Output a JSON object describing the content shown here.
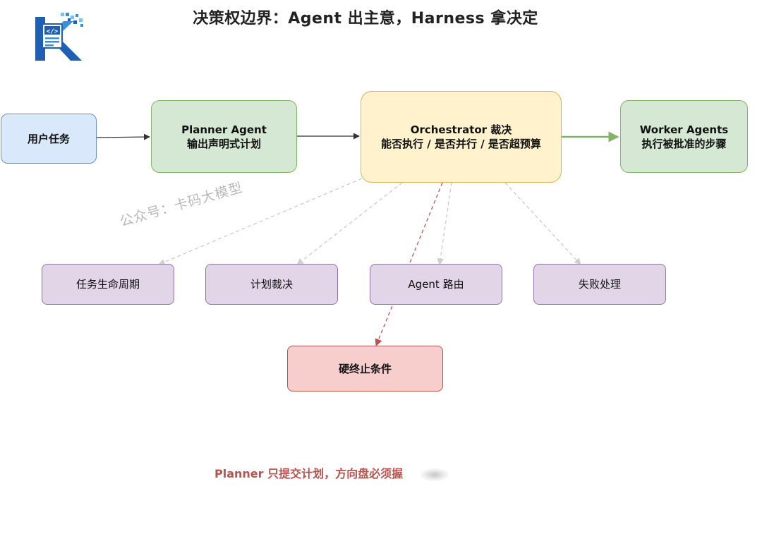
{
  "title": "决策权边界：Agent 出主意，Harness 拿决定",
  "logo": {
    "icon": "code-document-k-logo-icon",
    "colors": [
      "#1f5fb4",
      "#3f8fd6",
      "#7cc3ec"
    ]
  },
  "nodes": {
    "user_task": {
      "label": "用户任务"
    },
    "planner": {
      "line1": "Planner Agent",
      "line2": "输出声明式计划"
    },
    "orchestrator": {
      "line1": "Orchestrator 裁决",
      "line2": "能否执行 / 是否并行 / 是否超预算"
    },
    "worker": {
      "line1": "Worker Agents",
      "line2": "执行被批准的步骤"
    },
    "lifecycle": {
      "label": "任务生命周期"
    },
    "plan_ruling": {
      "label": "计划裁决"
    },
    "agent_routing": {
      "label": "Agent 路由"
    },
    "failure_handling": {
      "label": "失败处理"
    },
    "hard_stop": {
      "label": "硬终止条件"
    }
  },
  "watermark": "公众号：卡码大模型",
  "footer": "Planner 只提交计划，方向盘必须握",
  "colors": {
    "blue_fill": "#dae8fc",
    "blue_stroke": "#6c8ebf",
    "green_fill": "#d5e8d4",
    "green_stroke": "#82b366",
    "yellow_fill": "#fff2cc",
    "yellow_stroke": "#d6b656",
    "purple_fill": "#e1d5e7",
    "purple_stroke": "#9673a6",
    "red_fill": "#f8cecc",
    "red_stroke": "#b85450",
    "edge_dark": "#333333",
    "edge_green": "#82b366",
    "edge_dashed": "#c8c8c8",
    "edge_red": "#b85450"
  }
}
